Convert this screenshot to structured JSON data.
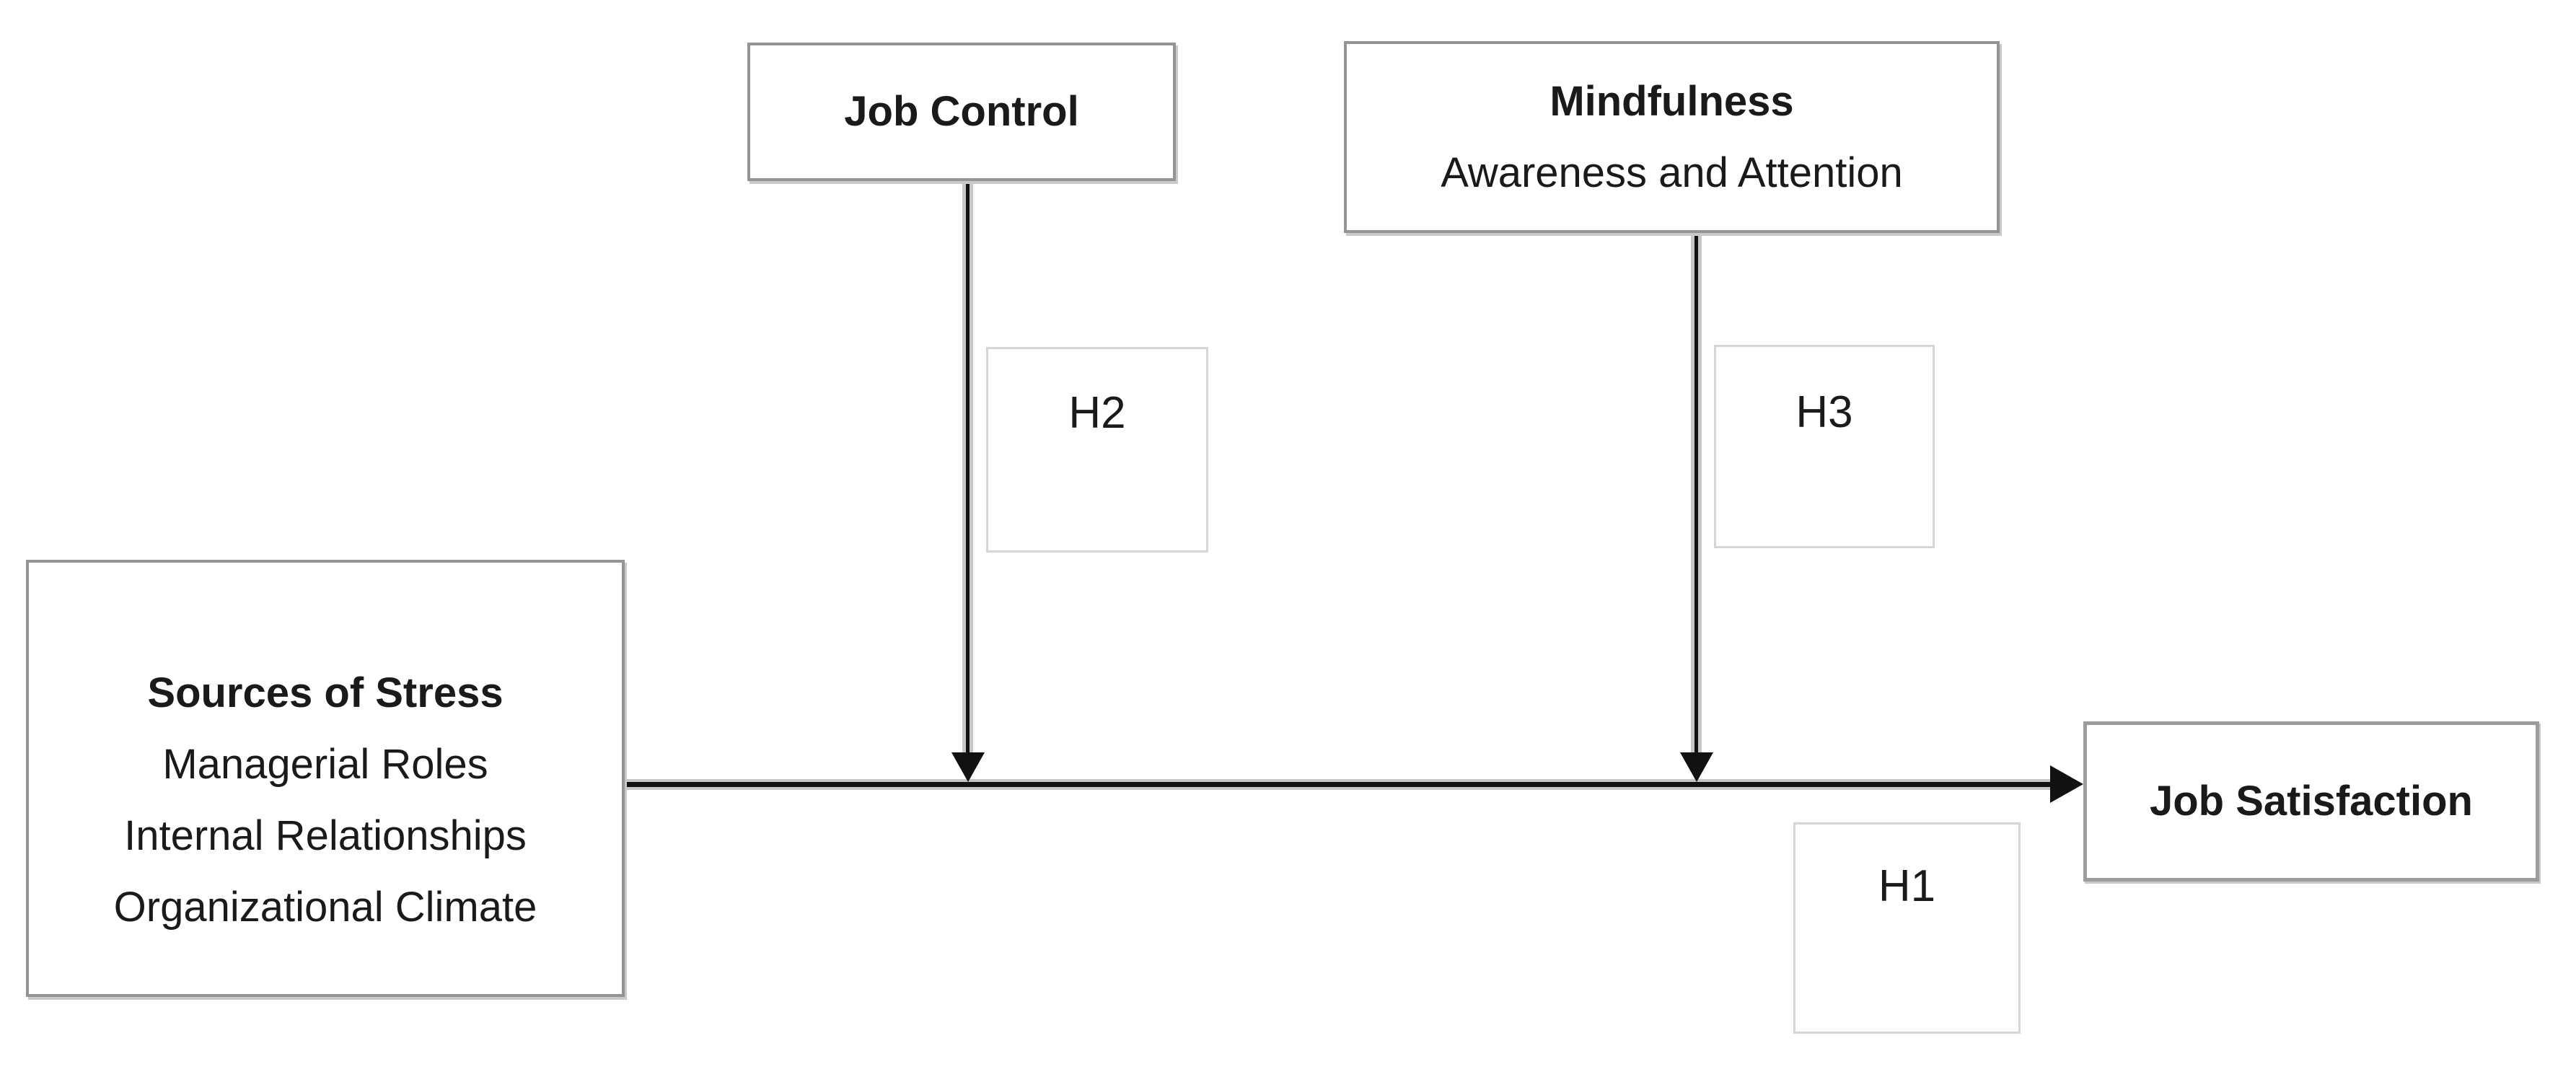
{
  "colors": {
    "background": "#ffffff",
    "text": "#1a1a1a",
    "box_border": "#949494",
    "strong_border": "#9c9c9c",
    "label_border": "#d6d6d6",
    "arrow": "#111111",
    "arrow_halo": "#c6c6c6",
    "shadow": "#c9c9c9"
  },
  "boxes": {
    "job_control": {
      "label": "Job Control"
    },
    "mindfulness": {
      "title": "Mindfulness",
      "subtitle": "Awareness and Attention"
    },
    "sources_of_stress": {
      "title": "Sources of Stress",
      "lines": [
        "Managerial Roles",
        "Internal Relationships",
        "Organizational Climate"
      ]
    },
    "job_satisfaction": {
      "label": "Job Satisfaction"
    }
  },
  "hypotheses": {
    "h1": "H1",
    "h2": "H2",
    "h3": "H3"
  },
  "arrows": [
    {
      "id": "H1",
      "from": "Sources of Stress",
      "to": "Job Satisfaction",
      "direction": "right"
    },
    {
      "id": "H2",
      "from": "Job Control",
      "to": "H1 path",
      "direction": "down"
    },
    {
      "id": "H3",
      "from": "Mindfulness",
      "to": "H1 path",
      "direction": "down"
    }
  ]
}
